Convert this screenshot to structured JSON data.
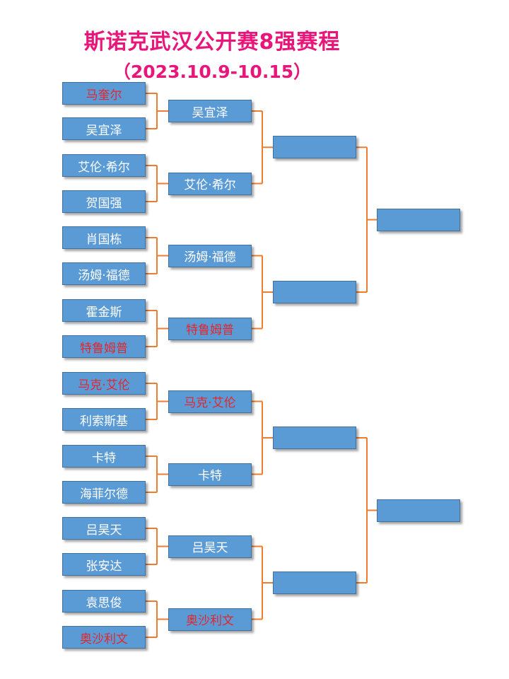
{
  "title": "斯诺克武汉公开赛8强赛程",
  "subtitle": "（2023.10.9-10.15）",
  "colors": {
    "title": "#e8157a",
    "box_fill": "#5b9bd5",
    "winner_text": "#e3262d",
    "normal_text": "#ffffff",
    "connector": "#ed7d31"
  },
  "round1": [
    {
      "name": "马奎尔",
      "winner": true
    },
    {
      "name": "吴宜泽",
      "winner": false
    },
    {
      "name": "艾伦·希尔",
      "winner": false
    },
    {
      "name": "贺国强",
      "winner": false
    },
    {
      "name": "肖国栋",
      "winner": false
    },
    {
      "name": "汤姆·福德",
      "winner": false
    },
    {
      "name": "霍金斯",
      "winner": false
    },
    {
      "name": "特鲁姆普",
      "winner": true
    },
    {
      "name": "马克·艾伦",
      "winner": true
    },
    {
      "name": "利索斯基",
      "winner": false
    },
    {
      "name": "卡特",
      "winner": false
    },
    {
      "name": "海菲尔德",
      "winner": false
    },
    {
      "name": "吕昊天",
      "winner": false
    },
    {
      "name": "张安达",
      "winner": false
    },
    {
      "name": "袁思俊",
      "winner": false
    },
    {
      "name": "奥沙利文",
      "winner": true
    }
  ],
  "round2": [
    {
      "name": "吴宜泽",
      "winner": false
    },
    {
      "name": "艾伦·希尔",
      "winner": false
    },
    {
      "name": "汤姆·福德",
      "winner": false
    },
    {
      "name": "特鲁姆普",
      "winner": true
    },
    {
      "name": "马克·艾伦",
      "winner": true
    },
    {
      "name": "卡特",
      "winner": false
    },
    {
      "name": "吕昊天",
      "winner": false
    },
    {
      "name": "奥沙利文",
      "winner": true
    }
  ],
  "round3": [
    {
      "name": ""
    },
    {
      "name": ""
    },
    {
      "name": ""
    },
    {
      "name": ""
    }
  ],
  "round4": [
    {
      "name": ""
    },
    {
      "name": ""
    }
  ]
}
